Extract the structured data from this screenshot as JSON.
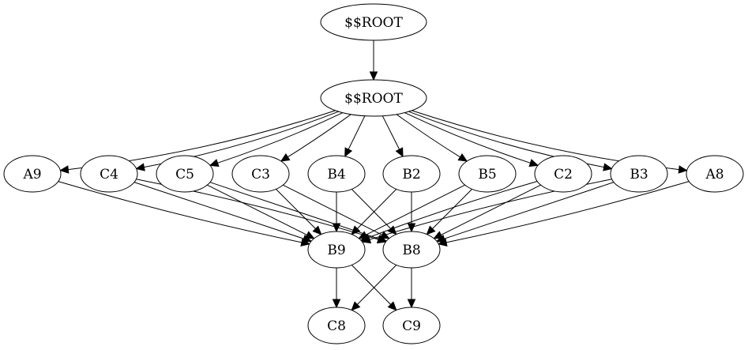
{
  "diagram": {
    "type": "directed-graph",
    "nodes": [
      {
        "id": "root_top",
        "label": "$$ROOT"
      },
      {
        "id": "root",
        "label": "$$ROOT"
      },
      {
        "id": "A9",
        "label": "A9"
      },
      {
        "id": "C4",
        "label": "C4"
      },
      {
        "id": "C5",
        "label": "C5"
      },
      {
        "id": "C3",
        "label": "C3"
      },
      {
        "id": "B4",
        "label": "B4"
      },
      {
        "id": "B2",
        "label": "B2"
      },
      {
        "id": "B5",
        "label": "B5"
      },
      {
        "id": "C2",
        "label": "C2"
      },
      {
        "id": "B3",
        "label": "B3"
      },
      {
        "id": "A8",
        "label": "A8"
      },
      {
        "id": "B9",
        "label": "B9"
      },
      {
        "id": "B8",
        "label": "B8"
      },
      {
        "id": "C8",
        "label": "C8"
      },
      {
        "id": "C9",
        "label": "C9"
      }
    ],
    "edges": [
      {
        "from": "root_top",
        "to": "root"
      },
      {
        "from": "root",
        "to": "A9"
      },
      {
        "from": "root",
        "to": "C4"
      },
      {
        "from": "root",
        "to": "C5"
      },
      {
        "from": "root",
        "to": "C3"
      },
      {
        "from": "root",
        "to": "B4"
      },
      {
        "from": "root",
        "to": "B2"
      },
      {
        "from": "root",
        "to": "B5"
      },
      {
        "from": "root",
        "to": "C2"
      },
      {
        "from": "root",
        "to": "B3"
      },
      {
        "from": "root",
        "to": "A8"
      },
      {
        "from": "A9",
        "to": "B9"
      },
      {
        "from": "C4",
        "to": "B9"
      },
      {
        "from": "C4",
        "to": "B8"
      },
      {
        "from": "C5",
        "to": "B9"
      },
      {
        "from": "C5",
        "to": "B8"
      },
      {
        "from": "C3",
        "to": "B9"
      },
      {
        "from": "C3",
        "to": "B8"
      },
      {
        "from": "B4",
        "to": "B9"
      },
      {
        "from": "B4",
        "to": "B8"
      },
      {
        "from": "B2",
        "to": "B9"
      },
      {
        "from": "B2",
        "to": "B8"
      },
      {
        "from": "B5",
        "to": "B9"
      },
      {
        "from": "B5",
        "to": "B8"
      },
      {
        "from": "C2",
        "to": "B9"
      },
      {
        "from": "C2",
        "to": "B8"
      },
      {
        "from": "B3",
        "to": "B9"
      },
      {
        "from": "B3",
        "to": "B8"
      },
      {
        "from": "A8",
        "to": "B8"
      },
      {
        "from": "B9",
        "to": "C8"
      },
      {
        "from": "B9",
        "to": "C9"
      },
      {
        "from": "B8",
        "to": "C8"
      },
      {
        "from": "B8",
        "to": "C9"
      }
    ]
  }
}
